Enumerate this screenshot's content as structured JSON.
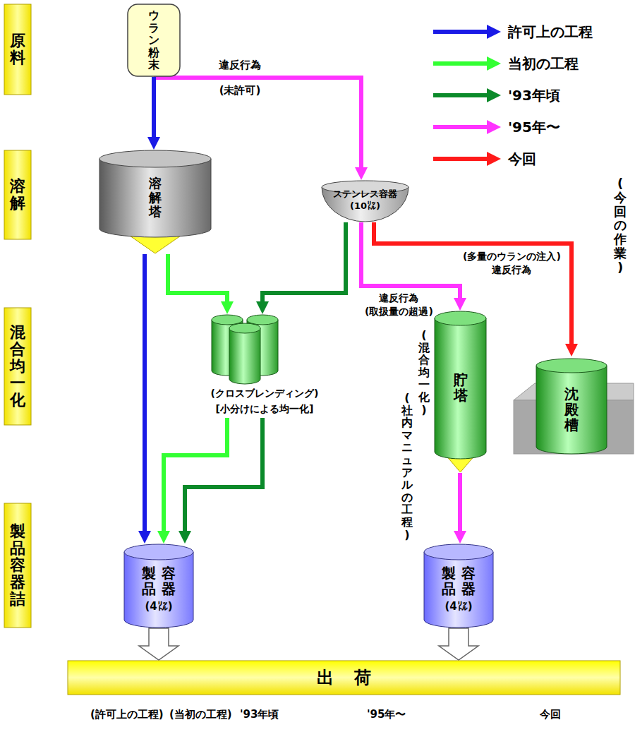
{
  "diagram": {
    "nodes": [
      {
        "text": [
          "原料"
        ]
      },
      {
        "text": [
          "ウラン粉末"
        ]
      },
      {
        "text": [
          "溶解"
        ]
      },
      {
        "text": [
          "溶解塔"
        ]
      },
      {
        "text": [
          "ステンレス容器 (10㍑)"
        ]
      },
      {
        "text": [
          "混合均一化"
        ]
      },
      {
        "text": [
          "(クロスブレンディング)",
          "[小分けによる均一化]"
        ]
      },
      {
        "text": [
          "貯塔"
        ]
      },
      {
        "text": [
          "沈殿槽"
        ]
      },
      {
        "text": [
          "製品容器詰"
        ]
      },
      {
        "text": [
          "製品容器",
          "(4㍑)"
        ]
      },
      {
        "text": [
          "製品容器",
          "(4㍑)"
        ]
      },
      {
        "text": [
          "出荷"
        ]
      }
    ],
    "edges": [
      {
        "from": 1,
        "to": 3,
        "arrow": "to"
      },
      {
        "from": 1,
        "to": 4,
        "arrow": "to",
        "label": "違反行為 (未許可)"
      },
      {
        "from": 3,
        "to": 10,
        "arrow": "to"
      },
      {
        "from": 3,
        "to": 6,
        "arrow": "to"
      },
      {
        "from": 4,
        "to": 6,
        "arrow": "to"
      },
      {
        "from": 4,
        "to": 7,
        "arrow": "to",
        "label": "違反行為 (取扱量の超過)"
      },
      {
        "from": 4,
        "to": 8,
        "arrow": "to",
        "label": "(多量のウランの注入) 違反行為"
      },
      {
        "from": 6,
        "to": 10,
        "arrow": "to"
      },
      {
        "from": 6,
        "to": 10,
        "arrow": "to"
      },
      {
        "from": 7,
        "to": 11,
        "arrow": "to"
      },
      {
        "from": 10,
        "to": 12,
        "arrow": "to"
      },
      {
        "from": 11,
        "to": 12,
        "arrow": "to"
      }
    ],
    "labels": [
      "(混合均一化)",
      "(社内マニュアルの工程)",
      "(今回の作業)",
      "(許可上の工程)",
      "(当初の工程)",
      "'93年頃",
      "'95年〜",
      "今回"
    ],
    "legend": [
      {
        "text": "許可上の工程",
        "color": "#1a1ae6"
      },
      {
        "text": "当初の工程",
        "color": "#33ff33"
      },
      {
        "text": "'93年頃",
        "color": "#0b8a2a"
      },
      {
        "text": "'95年〜",
        "color": "#ff33ff"
      },
      {
        "text": "今回",
        "color": "#ff1a1a"
      }
    ]
  }
}
